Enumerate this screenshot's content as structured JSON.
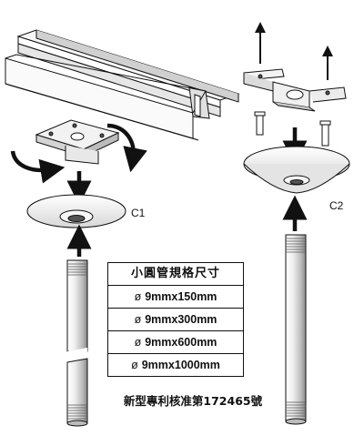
{
  "labels": {
    "c1": "C1",
    "c2": "C2"
  },
  "spec_table": {
    "title": "小圓管規格尺寸",
    "diameter_symbol": "ø",
    "rows": [
      "9mmx150mm",
      "9mmx300mm",
      "9mmx600mm",
      "9mmx1000mm"
    ]
  },
  "patent_note": "新型專利核准第172465號",
  "colors": {
    "line": "#111111",
    "shade": "#bdbdbd",
    "fill": "#ffffff"
  }
}
